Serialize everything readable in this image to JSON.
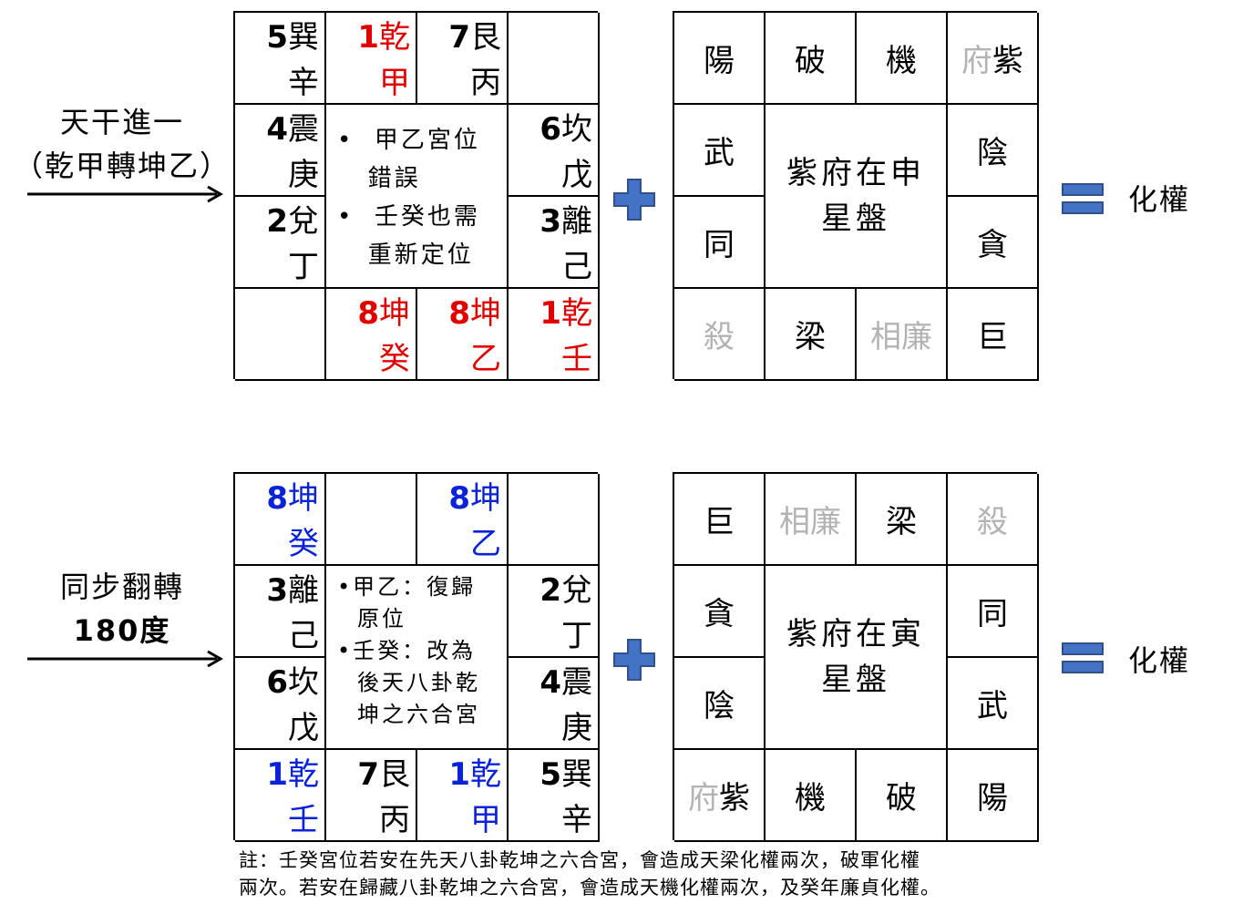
{
  "top": {
    "label_line1": "天干進一",
    "label_line2": "（乾甲轉坤乙）",
    "bagua": [
      {
        "num": "5",
        "tri": "巽",
        "stem": "辛",
        "color": "black"
      },
      {
        "num": "1",
        "tri": "乾",
        "stem": "甲",
        "color": "red"
      },
      {
        "num": "7",
        "tri": "艮",
        "stem": "丙",
        "color": "black"
      },
      {
        "num": "",
        "tri": "",
        "stem": "",
        "color": "black"
      },
      {
        "num": "4",
        "tri": "震",
        "stem": "庚",
        "color": "black"
      },
      {
        "num": "6",
        "tri": "坎",
        "stem": "戊",
        "color": "black"
      },
      {
        "num": "2",
        "tri": "兌",
        "stem": "丁",
        "color": "black"
      },
      {
        "num": "3",
        "tri": "離",
        "stem": "己",
        "color": "black"
      },
      {
        "num": "",
        "tri": "",
        "stem": "",
        "color": "black"
      },
      {
        "num": "8",
        "tri": "坤",
        "stem": "癸",
        "color": "red"
      },
      {
        "num": "8",
        "tri": "坤",
        "stem": "乙",
        "color": "red"
      },
      {
        "num": "1",
        "tri": "乾",
        "stem": "壬",
        "color": "red"
      }
    ],
    "notes": [
      "甲乙宮位",
      "錯誤",
      "壬癸也需",
      "重新定位"
    ],
    "stars": [
      {
        "main": "陽",
        "dim": ""
      },
      {
        "main": "破",
        "dim": ""
      },
      {
        "main": "機",
        "dim": ""
      },
      {
        "main": "紫",
        "dim": "府"
      },
      {
        "main": "武",
        "dim": ""
      },
      {
        "main": "陰",
        "dim": ""
      },
      {
        "main": "同",
        "dim": ""
      },
      {
        "main": "貪",
        "dim": ""
      },
      {
        "main": "",
        "dim": "殺"
      },
      {
        "main": "梁",
        "dim": ""
      },
      {
        "main": "",
        "dim": "相廉"
      },
      {
        "main": "巨",
        "dim": ""
      }
    ],
    "center_line1": "紫府在申",
    "center_line2": "星盤",
    "result": "化權"
  },
  "bottom": {
    "label_line1": "同步翻轉",
    "label_line2": "180度",
    "bagua": [
      {
        "num": "8",
        "tri": "坤",
        "stem": "癸",
        "color": "blue"
      },
      {
        "num": "",
        "tri": "",
        "stem": "",
        "color": "black"
      },
      {
        "num": "8",
        "tri": "坤",
        "stem": "乙",
        "color": "blue"
      },
      {
        "num": "",
        "tri": "",
        "stem": "",
        "color": "black"
      },
      {
        "num": "3",
        "tri": "離",
        "stem": "己",
        "color": "black"
      },
      {
        "num": "2",
        "tri": "兌",
        "stem": "丁",
        "color": "black"
      },
      {
        "num": "6",
        "tri": "坎",
        "stem": "戊",
        "color": "black"
      },
      {
        "num": "4",
        "tri": "震",
        "stem": "庚",
        "color": "black"
      },
      {
        "num": "1",
        "tri": "乾",
        "stem": "壬",
        "color": "blue"
      },
      {
        "num": "7",
        "tri": "艮",
        "stem": "丙",
        "color": "black"
      },
      {
        "num": "1",
        "tri": "乾",
        "stem": "甲",
        "color": "blue"
      },
      {
        "num": "5",
        "tri": "巽",
        "stem": "辛",
        "color": "black"
      }
    ],
    "notes": [
      "•甲乙：復歸",
      "原位",
      "•壬癸：改為",
      "後天八卦乾",
      "坤之六合宮"
    ],
    "stars": [
      {
        "main": "巨",
        "dim": ""
      },
      {
        "main": "",
        "dim": "相廉"
      },
      {
        "main": "梁",
        "dim": ""
      },
      {
        "main": "",
        "dim": "殺"
      },
      {
        "main": "貪",
        "dim": ""
      },
      {
        "main": "同",
        "dim": ""
      },
      {
        "main": "陰",
        "dim": ""
      },
      {
        "main": "武",
        "dim": ""
      },
      {
        "main": "紫",
        "dim": "府"
      },
      {
        "main": "機",
        "dim": ""
      },
      {
        "main": "破",
        "dim": ""
      },
      {
        "main": "陽",
        "dim": ""
      }
    ],
    "center_line1": "紫府在寅",
    "center_line2": "星盤",
    "result": "化權"
  },
  "footnote_line1": "註：壬癸宮位若安在先天八卦乾坤之六合宮，會造成天梁化權兩次，破軍化權",
  "footnote_line2": "兩次。若安在歸藏八卦乾坤之六合宮，會造成天機化權兩次，及癸年廉貞化權。",
  "colors": {
    "red": "#e00000",
    "blue": "#0a22d8",
    "gray": "#b3b3b3",
    "plus": "#4472c4",
    "plus_border": "#2f528f"
  }
}
